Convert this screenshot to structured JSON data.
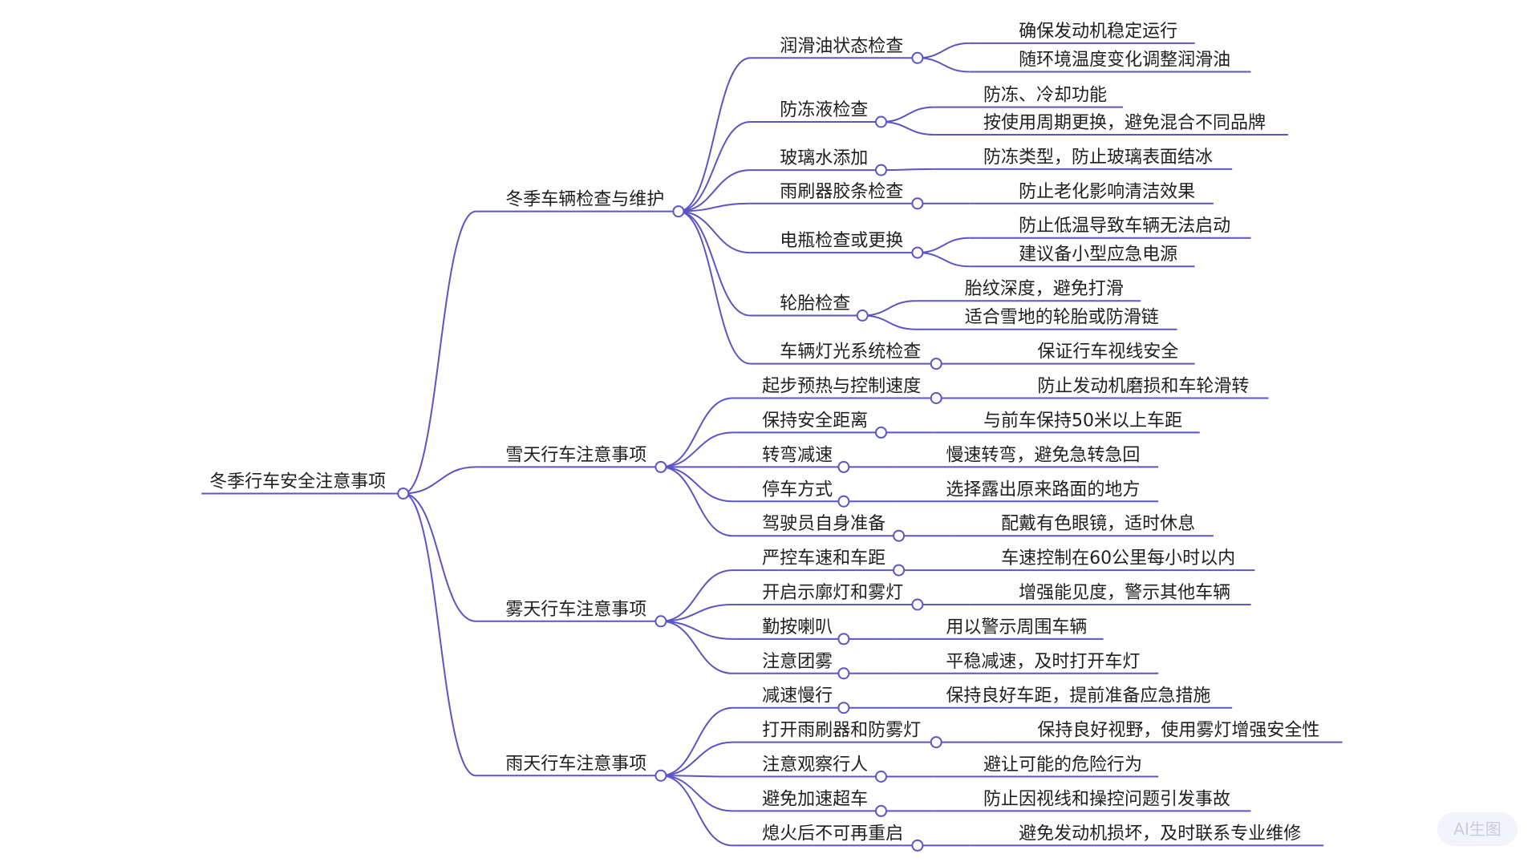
{
  "colors": {
    "line": "#5b55c5",
    "text": "#1f1f1f",
    "node_fill": "#ffffff"
  },
  "watermark": "AI生图",
  "mindmap": {
    "label": "冬季行车安全注意事项",
    "children": [
      {
        "label": "冬季车辆检查与维护",
        "children": [
          {
            "label": "润滑油状态检查",
            "children": [
              {
                "label": "确保发动机稳定运行"
              },
              {
                "label": "随环境温度变化调整润滑油"
              }
            ]
          },
          {
            "label": "防冻液检查",
            "children": [
              {
                "label": "防冻、冷却功能"
              },
              {
                "label": "按使用周期更换，避免混合不同品牌"
              }
            ]
          },
          {
            "label": "玻璃水添加",
            "children": [
              {
                "label": "防冻类型，防止玻璃表面结冰"
              }
            ]
          },
          {
            "label": "雨刷器胶条检查",
            "children": [
              {
                "label": "防止老化影响清洁效果"
              }
            ]
          },
          {
            "label": "电瓶检查或更换",
            "children": [
              {
                "label": "防止低温导致车辆无法启动"
              },
              {
                "label": "建议备小型应急电源"
              }
            ]
          },
          {
            "label": "轮胎检查",
            "children": [
              {
                "label": "胎纹深度，避免打滑"
              },
              {
                "label": "适合雪地的轮胎或防滑链"
              }
            ]
          },
          {
            "label": "车辆灯光系统检查",
            "children": [
              {
                "label": "保证行车视线安全"
              }
            ]
          }
        ]
      },
      {
        "label": "雪天行车注意事项",
        "children": [
          {
            "label": "起步预热与控制速度",
            "children": [
              {
                "label": "防止发动机磨损和车轮滑转"
              }
            ]
          },
          {
            "label": "保持安全距离",
            "children": [
              {
                "label": "与前车保持50米以上车距"
              }
            ]
          },
          {
            "label": "转弯减速",
            "children": [
              {
                "label": "慢速转弯，避免急转急回"
              }
            ]
          },
          {
            "label": "停车方式",
            "children": [
              {
                "label": "选择露出原来路面的地方"
              }
            ]
          },
          {
            "label": "驾驶员自身准备",
            "children": [
              {
                "label": "配戴有色眼镜，适时休息"
              }
            ]
          }
        ]
      },
      {
        "label": "雾天行车注意事项",
        "children": [
          {
            "label": "严控车速和车距",
            "children": [
              {
                "label": "车速控制在60公里每小时以内"
              }
            ]
          },
          {
            "label": "开启示廓灯和雾灯",
            "children": [
              {
                "label": "增强能见度，警示其他车辆"
              }
            ]
          },
          {
            "label": "勤按喇叭",
            "children": [
              {
                "label": "用以警示周围车辆"
              }
            ]
          },
          {
            "label": "注意团雾",
            "children": [
              {
                "label": "平稳减速，及时打开车灯"
              }
            ]
          }
        ]
      },
      {
        "label": "雨天行车注意事项",
        "children": [
          {
            "label": "减速慢行",
            "children": [
              {
                "label": "保持良好车距，提前准备应急措施"
              }
            ]
          },
          {
            "label": "打开雨刷器和防雾灯",
            "children": [
              {
                "label": "保持良好视野，使用雾灯增强安全性"
              }
            ]
          },
          {
            "label": "注意观察行人",
            "children": [
              {
                "label": "避让可能的危险行为"
              }
            ]
          },
          {
            "label": "避免加速超车",
            "children": [
              {
                "label": "防止因视线和操控问题引发事故"
              }
            ]
          },
          {
            "label": "熄火后不可再重启",
            "children": [
              {
                "label": "避免发动机损坏，及时联系专业维修"
              }
            ]
          }
        ]
      }
    ]
  }
}
